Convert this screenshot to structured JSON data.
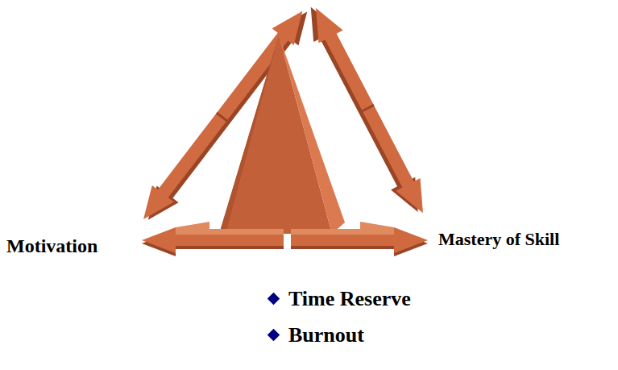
{
  "diagram": {
    "labels": [
      "Motivation",
      "Mastery of Skill",
      "Time Reserve",
      "Burnout"
    ]
  }
}
